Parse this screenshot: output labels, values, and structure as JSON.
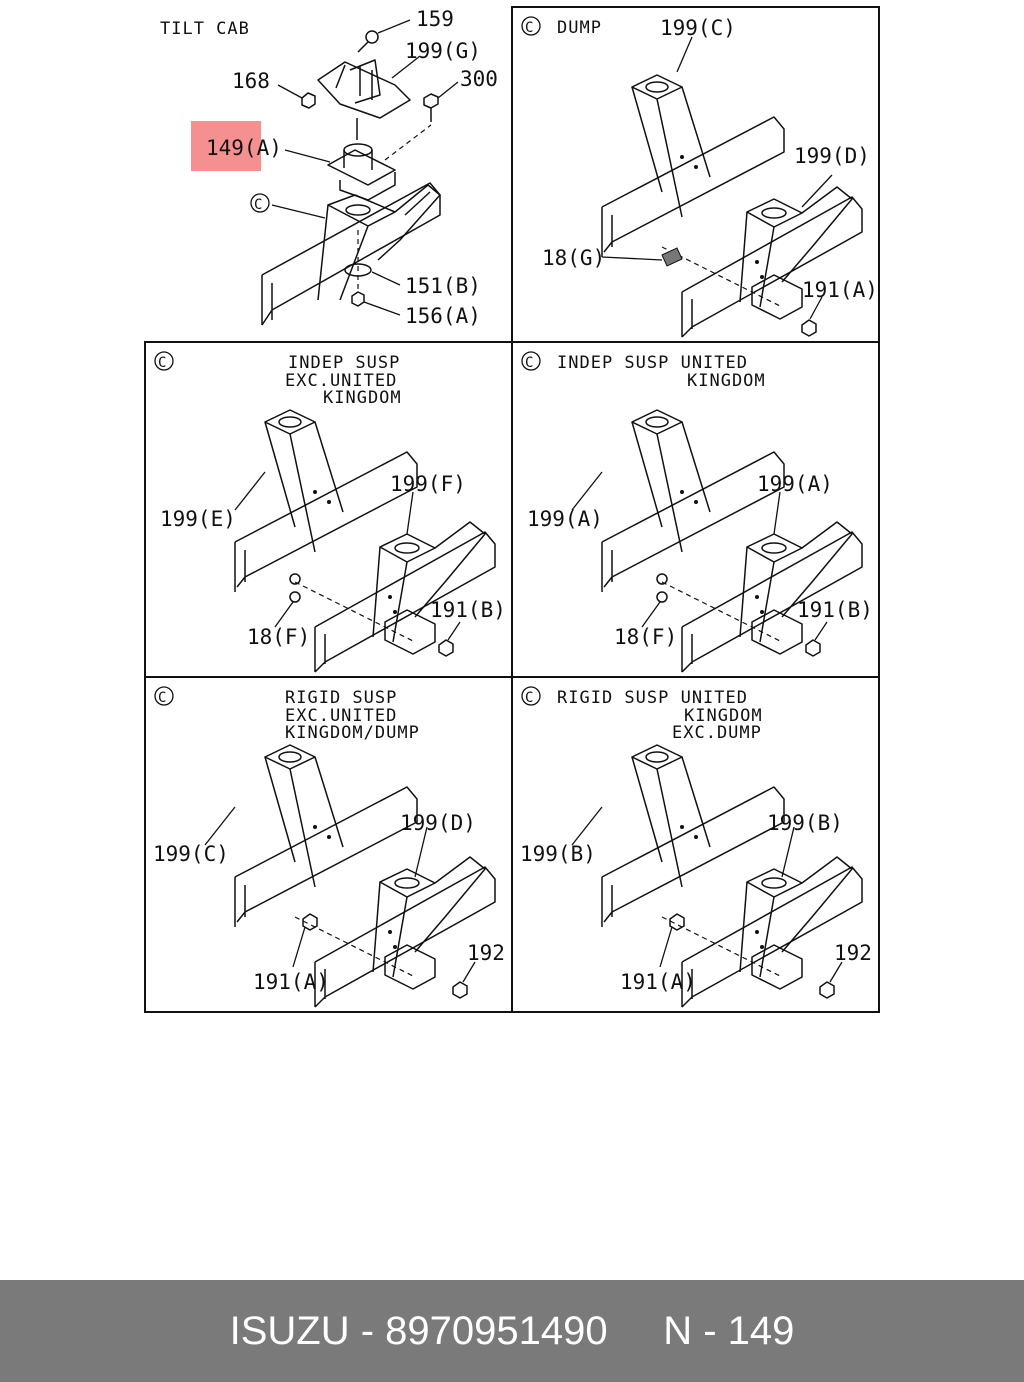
{
  "highlight_color": "#f59090",
  "main_view": {
    "title": "TILT CAB",
    "labels": {
      "bolt_top": "159",
      "bracket": "199(G)",
      "nut_left": "168",
      "bolt_right": "300",
      "mount": "149(A)",
      "circle_c": "C",
      "washer": "151(B)",
      "nut_bottom": "156(A)"
    }
  },
  "panels": [
    {
      "circle": "C",
      "title_lines": [
        "DUMP"
      ],
      "labels": {
        "a": "199(C)",
        "b": "199(D)",
        "c": "18(G)",
        "d": "191(A)"
      }
    },
    {
      "circle": "C",
      "title_lines": [
        "INDEP SUSP",
        "EXC.UNITED",
        "KINGDOM"
      ],
      "labels": {
        "a": "199(E)",
        "b": "199(F)",
        "c": "18(F)",
        "d": "191(B)"
      }
    },
    {
      "circle": "C",
      "title_lines": [
        "INDEP SUSP UNITED",
        "KINGDOM"
      ],
      "labels": {
        "a": "199(A)",
        "b": "199(A)",
        "c": "18(F)",
        "d": "191(B)"
      }
    },
    {
      "circle": "C",
      "title_lines": [
        "RIGID SUSP",
        "EXC.UNITED",
        "KINGDOM/DUMP"
      ],
      "labels": {
        "a": "199(C)",
        "b": "199(D)",
        "c": "191(A)",
        "d": "192"
      }
    },
    {
      "circle": "C",
      "title_lines": [
        "RIGID SUSP UNITED",
        "KINGDOM",
        "EXC.DUMP"
      ],
      "labels": {
        "a": "199(B)",
        "b": "199(B)",
        "c": "191(A)",
        "d": "192"
      }
    }
  ],
  "footer": {
    "brand": "ISUZU",
    "part_number": "8970951490",
    "ref": "N - 149"
  }
}
